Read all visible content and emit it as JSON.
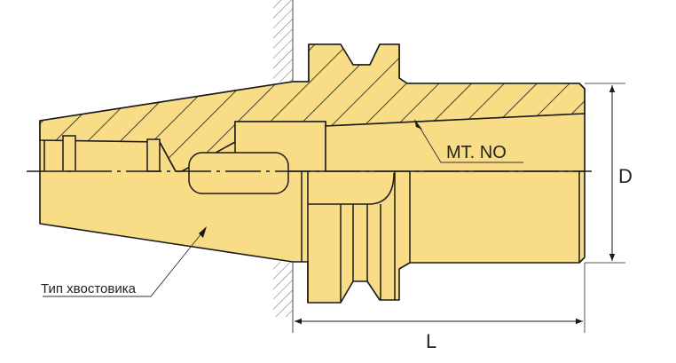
{
  "labels": {
    "shank_type": "Тип хвостовика",
    "morse_taper": "MT. NO",
    "diameter": "D",
    "length": "L"
  },
  "colors": {
    "body_fill": "#f8dc86",
    "outline": "#1a1a1a",
    "dimension": "#555555"
  }
}
